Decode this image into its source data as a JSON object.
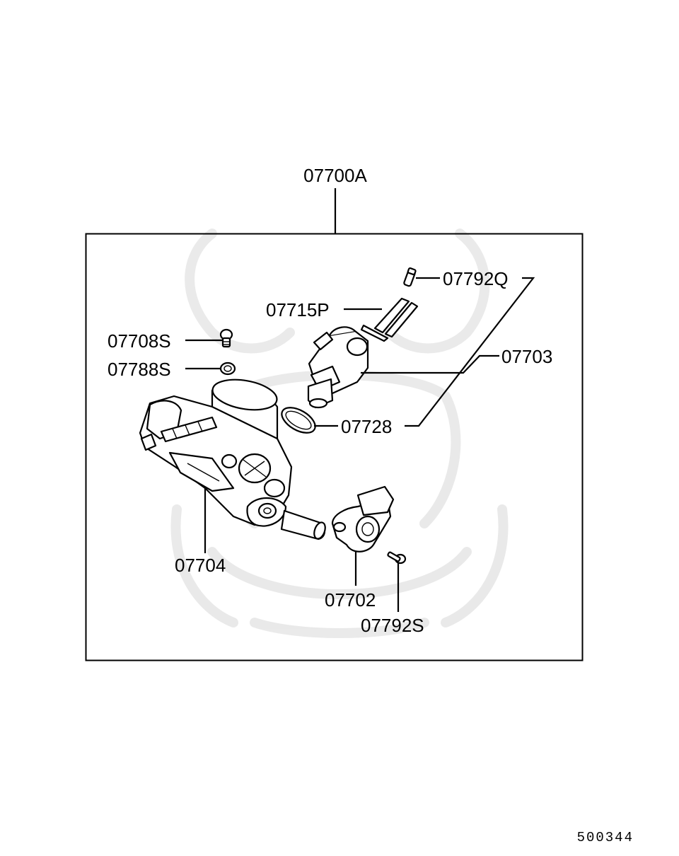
{
  "diagram": {
    "assembly_label": "07700A",
    "figure_number": "500344",
    "parts": {
      "p07792Q": "07792Q",
      "p07715P": "07715P",
      "p07708S": "07708S",
      "p07788S": "07788S",
      "p07703": "07703",
      "p07728": "07728",
      "p07704": "07704",
      "p07702": "07702",
      "p07792S": "07792S"
    }
  }
}
